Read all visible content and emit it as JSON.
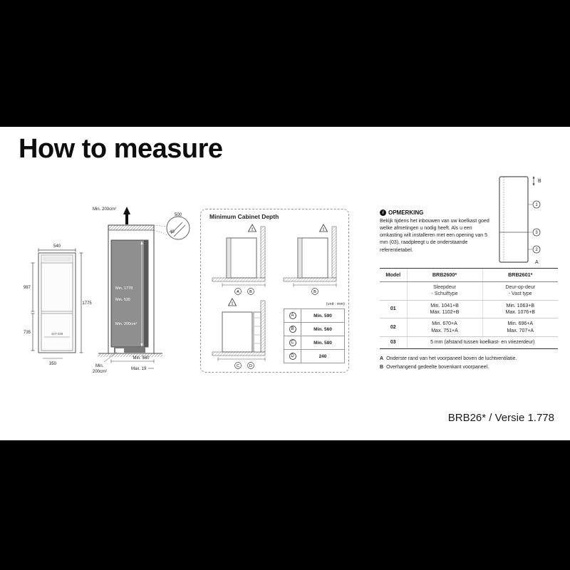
{
  "page": {
    "title": "How to measure",
    "footer": "BRB26* / Versie 1.778"
  },
  "colors": {
    "background": "#000000",
    "page": "#ffffff",
    "fridge_gray": "#8f8f8f"
  },
  "front_view": {
    "width": "540",
    "upper_height": "987",
    "total_height": "1775",
    "lower_height": "735",
    "inner_width": "447-449",
    "base": "350"
  },
  "side_view": {
    "top_vent": "Min. 200cm²",
    "detail_outer": "500",
    "detail_inner": "40",
    "niche_height": "Min. 1778",
    "niche_depth_inner": "Min. 535",
    "mid_vent": "Min. 200cm²",
    "bottom_vent_line1": "Min.",
    "bottom_vent_line2": "200cm²",
    "depth": "Min. 560",
    "rear_gap": "Max. 19"
  },
  "cabinet_depth": {
    "title": "Minimum Cabinet Depth",
    "unit": "(unit : mm)",
    "rows": [
      {
        "key": "A",
        "value": "Min. 590"
      },
      {
        "key": "B",
        "value": "Min. 560"
      },
      {
        "key": "C",
        "value": "Min. 580"
      },
      {
        "key": "D",
        "value": "240"
      }
    ],
    "diagram1": {
      "label1": "A",
      "label2": "B"
    },
    "diagram2": {
      "label1": "B"
    },
    "diagram3": {
      "label1": "C",
      "label2": "D"
    }
  },
  "outline": {
    "top_label": "B",
    "marker1": "1",
    "marker3": "3",
    "marker2": "2",
    "bottom_label": "A"
  },
  "note": {
    "icon": "i",
    "title": "OPMERKING",
    "body": "Bekijk tijdens het inbouwen van uw koelkast goed welke afmetingen u nodig heeft. Als u een omkasting wilt installeren met een opening van 5 mm (03), raadpleegt u de onderstaande referentietabel."
  },
  "spec_table": {
    "col_model": "Model",
    "col1": "BRB2600*",
    "col2": "BRB2601*",
    "sub1a": "Sleepdeur",
    "sub1b": "- Schuiftype",
    "sub2a": "Deur-op-deur",
    "sub2b": "- Vast type",
    "r1_label": "01",
    "r1c1a": "Min. 1041+B",
    "r1c1b": "Max. 1102+B",
    "r1c2a": "Min. 1063+B",
    "r1c2b": "Max. 1076+B",
    "r2_label": "02",
    "r2c1a": "Min. 670+A",
    "r2c1b": "Max. 751+A",
    "r2c2a": "Min. 696+A",
    "r2c2b": "Max. 707+A",
    "r3_label": "03",
    "r3_value": "5 mm (afstand tussen koelkast- en vriezerdeur)"
  },
  "footnotes": {
    "a_key": "A",
    "a_text": "Onderste rand van het voorpaneel boven de luchtventilatie.",
    "b_key": "B",
    "b_text": "Overhangend gedeelte bovenkant voorpaneel."
  }
}
